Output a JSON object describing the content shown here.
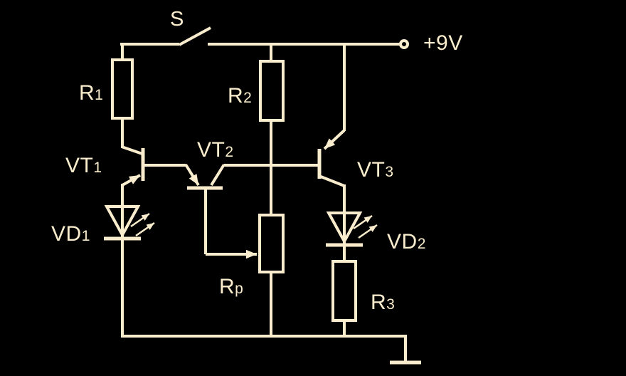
{
  "colors": {
    "background": "#000000",
    "line": "#FAEDCD"
  },
  "labels": {
    "switch": {
      "main": "S",
      "sub": ""
    },
    "supply": {
      "main": "+9V",
      "sub": ""
    },
    "r1": {
      "main": "R",
      "sub": "1"
    },
    "r2": {
      "main": "R",
      "sub": "2"
    },
    "rp": {
      "main": "R",
      "sub": "p"
    },
    "r3": {
      "main": "R",
      "sub": "3"
    },
    "vt1": {
      "main": "VT",
      "sub": "1"
    },
    "vt2": {
      "main": "VT",
      "sub": "2"
    },
    "vt3": {
      "main": "VT",
      "sub": "3"
    },
    "vd1": {
      "main": "VD",
      "sub": "1"
    },
    "vd2": {
      "main": "VD",
      "sub": "2"
    }
  }
}
